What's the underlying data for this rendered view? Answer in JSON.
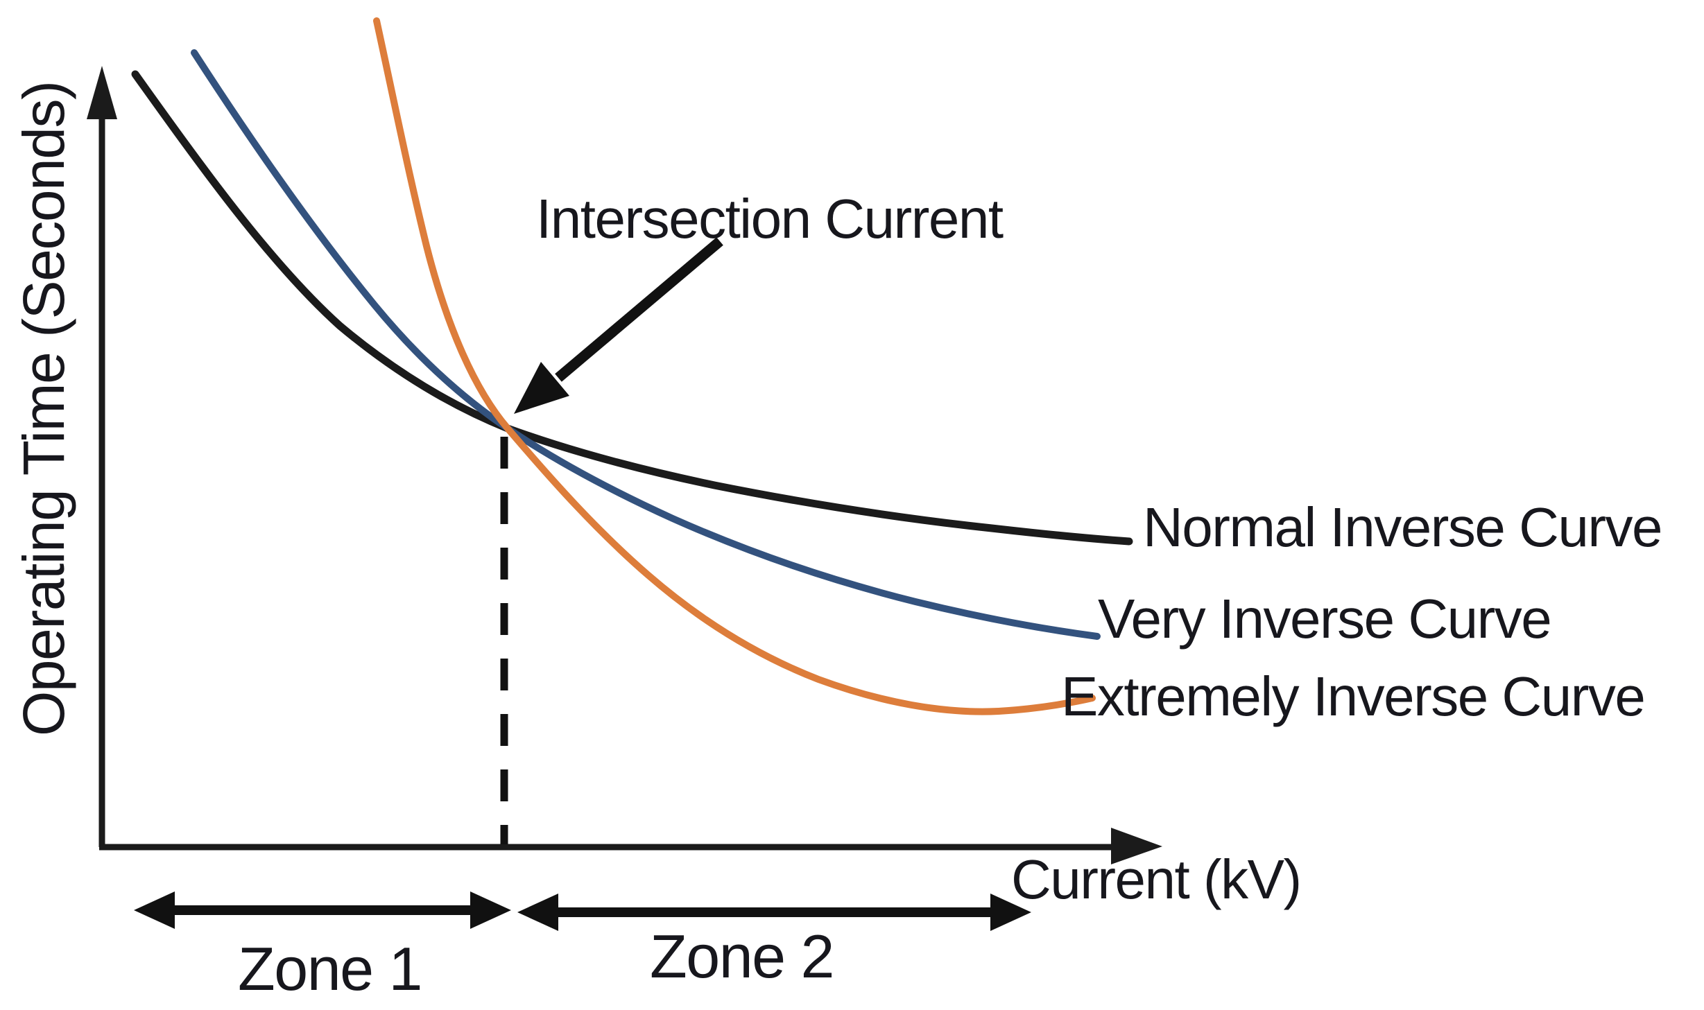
{
  "figure": {
    "background": "#ffffff",
    "text_color": "#17171d",
    "y_axis_label": "Operating Time  (Seconds)",
    "x_axis_label": "Current  (kV)",
    "annotation_label": "Intersection Current"
  },
  "curves": [
    {
      "name": "Normal Inverse Curve",
      "color": "#1b1b1b"
    },
    {
      "name": "Very Inverse Curve",
      "color": "#33527e"
    },
    {
      "name": "Extremely Inverse Curve",
      "color": "#dd7d3b"
    }
  ],
  "zones": [
    {
      "label": "Zone 1"
    },
    {
      "label": "Zone 2"
    }
  ],
  "chart_data": {
    "type": "line",
    "title": "",
    "xlabel": "Current (kV)",
    "ylabel": "Operating Time (Seconds)",
    "x_ticks": [],
    "y_ticks": [],
    "grid": false,
    "legend_position": "labels-at-curve-ends",
    "annotations": [
      {
        "text": "Intersection Current",
        "points_to": "common crossing point of the three curves",
        "marker": "arrow + vertical dashed line down to x-axis"
      }
    ],
    "intersection_relative": {
      "x": 0.38,
      "y": 0.54
    },
    "zones": [
      {
        "label": "Zone 1",
        "x_range_relative": [
          0.03,
          0.39
        ]
      },
      {
        "label": "Zone 2",
        "x_range_relative": [
          0.39,
          0.88
        ]
      }
    ],
    "series": [
      {
        "name": "Normal Inverse Curve",
        "color": "#1b1b1b",
        "x": [
          0.031,
          0.224,
          0.383,
          0.578,
          0.839,
          0.969
        ],
        "y": [
          0.992,
          0.669,
          0.537,
          0.464,
          0.409,
          0.392
        ]
      },
      {
        "name": "Very Inverse Curve",
        "color": "#33527e",
        "x": [
          0.087,
          0.257,
          0.383,
          0.538,
          0.767,
          0.939
        ],
        "y": [
          1.0,
          0.696,
          0.537,
          0.422,
          0.315,
          0.27
        ]
      },
      {
        "name": "Extremely Inverse Curve",
        "color": "#dd7d3b",
        "x": [
          0.259,
          0.306,
          0.383,
          0.515,
          0.676,
          0.846,
          0.934
        ],
        "y": [
          1.0,
          0.771,
          0.537,
          0.349,
          0.215,
          0.174,
          0.191
        ]
      }
    ],
    "note": "Qualitative relay coordination chart; axes are unlabeled magnitudes (relative 0-1 coordinates estimated from pixels)."
  }
}
